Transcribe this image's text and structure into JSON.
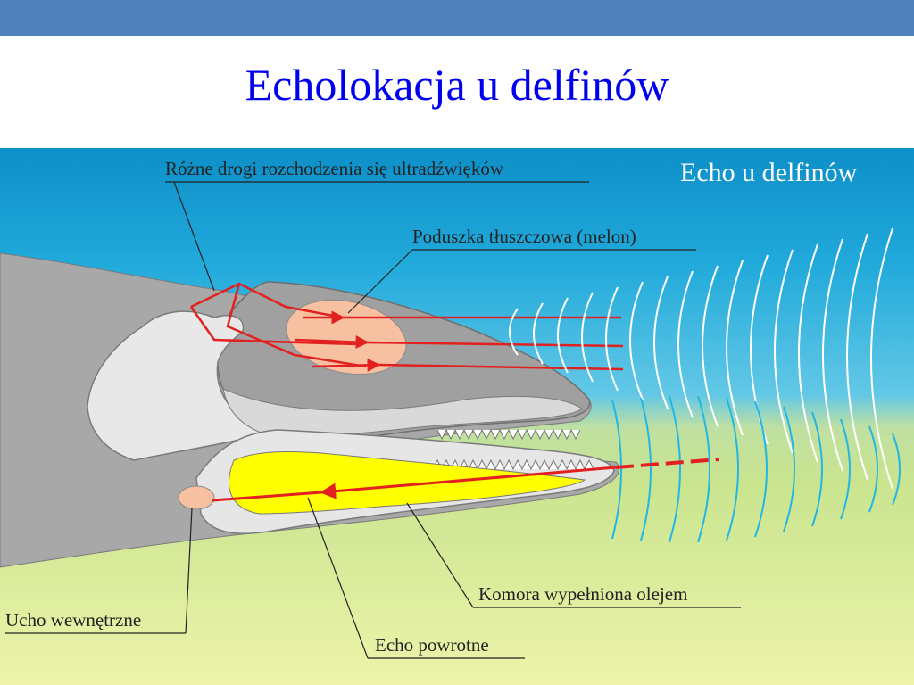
{
  "slide": {
    "title": "Echolokacja u delfinów"
  },
  "diagram": {
    "title": "Echo u delfinów",
    "labels": {
      "paths": "Różne drogi rozchodzenia się ultradźwięków",
      "melon": "Poduszka tłuszczowa (melon)",
      "chamber": "Komora wypełniona olejem",
      "inner_ear": "Ucho wewnętrzne",
      "echo": "Echo powrotne"
    }
  },
  "colors": {
    "header_bar": "#4f81bd",
    "title_text": "#0000ee",
    "water": "#1fa6d8",
    "seabed": "#d6e785",
    "head_gray": "#a8a8a8",
    "skull": "#e6e6e6",
    "melon": "#f7c0a0",
    "oil": "#ffff00",
    "sound": "#e32020",
    "waves": "#ffffff"
  }
}
